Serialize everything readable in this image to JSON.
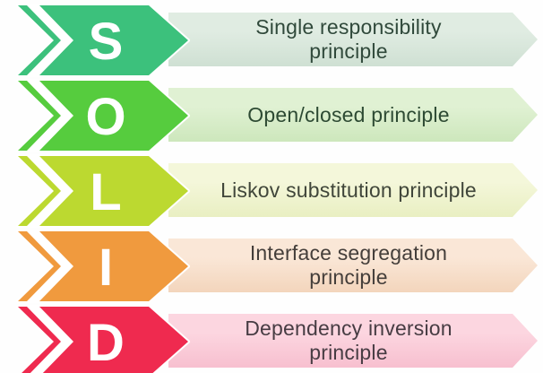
{
  "title": "SOLID principles diagram",
  "rows": [
    {
      "letter": "S",
      "label": "Single responsibility\nprinciple",
      "arrow_color": "#3cc17c",
      "banner_top": "#e0ece2",
      "banner_bottom": "#cfe0d3",
      "text_color": "#30493b"
    },
    {
      "letter": "O",
      "label": "Open/closed principle",
      "arrow_color": "#56cc3e",
      "banner_top": "#e0f1d3",
      "banner_bottom": "#cde7bc",
      "text_color": "#2d4a33"
    },
    {
      "letter": "L",
      "label": "Liskov substitution principle",
      "arrow_color": "#bcd930",
      "banner_top": "#f4f7da",
      "banner_bottom": "#e9efc2",
      "text_color": "#40463a"
    },
    {
      "letter": "I",
      "label": "Interface segregation\nprinciple",
      "arrow_color": "#f09a3e",
      "banner_top": "#fae7d7",
      "banner_bottom": "#f3d5bc",
      "text_color": "#443e3a"
    },
    {
      "letter": "D",
      "label": "Dependency inversion\nprinciple",
      "arrow_color": "#ef2a4f",
      "banner_top": "#fcd6e0",
      "banner_bottom": "#f7bfcf",
      "text_color": "#473c43"
    }
  ]
}
